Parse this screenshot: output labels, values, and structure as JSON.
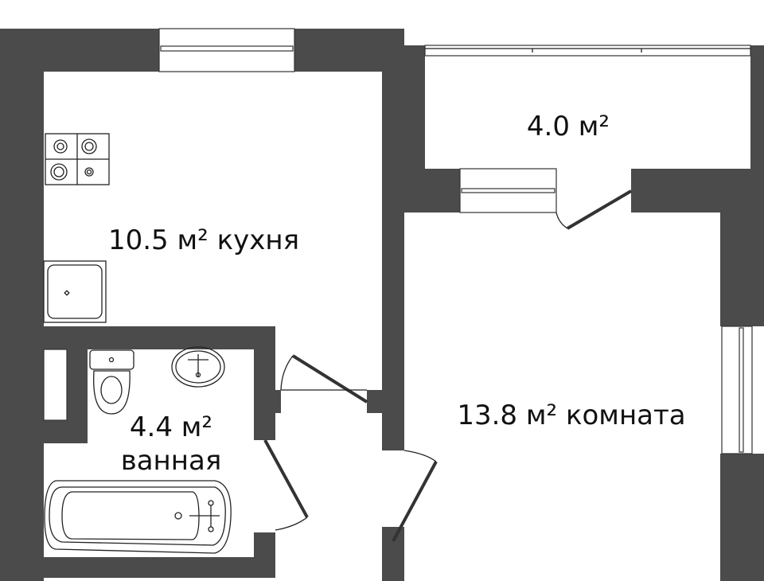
{
  "rooms": {
    "kitchen": {
      "area": "10.5 м²",
      "name": "кухня"
    },
    "balcony": {
      "area": "4.0 м²"
    },
    "room": {
      "area": "13.8 м²",
      "name": "комната"
    },
    "bathroom": {
      "area": "4.4 м²",
      "name": "ванная"
    }
  },
  "colors": {
    "wall": "#4b4b4b",
    "background": "#ffffff"
  }
}
